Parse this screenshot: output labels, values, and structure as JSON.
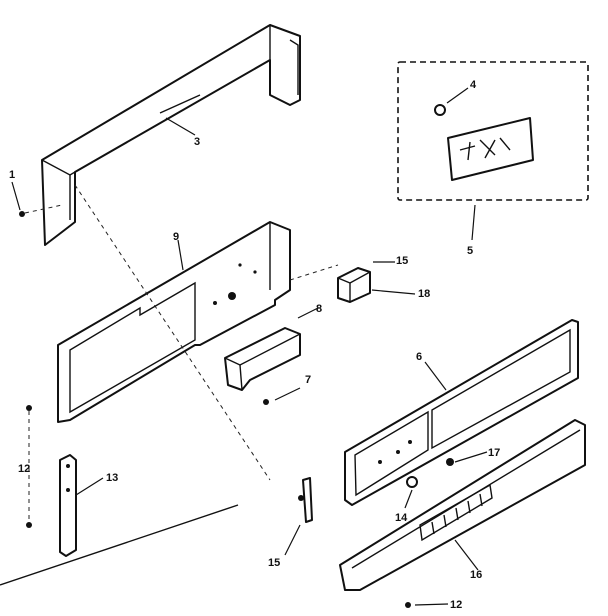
{
  "callouts": {
    "c1": "1",
    "c3": "3",
    "c4": "4",
    "c5": "5",
    "c6": "6",
    "c7": "7",
    "c8": "8",
    "c9": "9",
    "c12a": "12",
    "c12b": "12",
    "c13": "13",
    "c14": "14",
    "c15a": "15",
    "c15b": "15",
    "c16": "16",
    "c17": "17",
    "c18": "18"
  }
}
